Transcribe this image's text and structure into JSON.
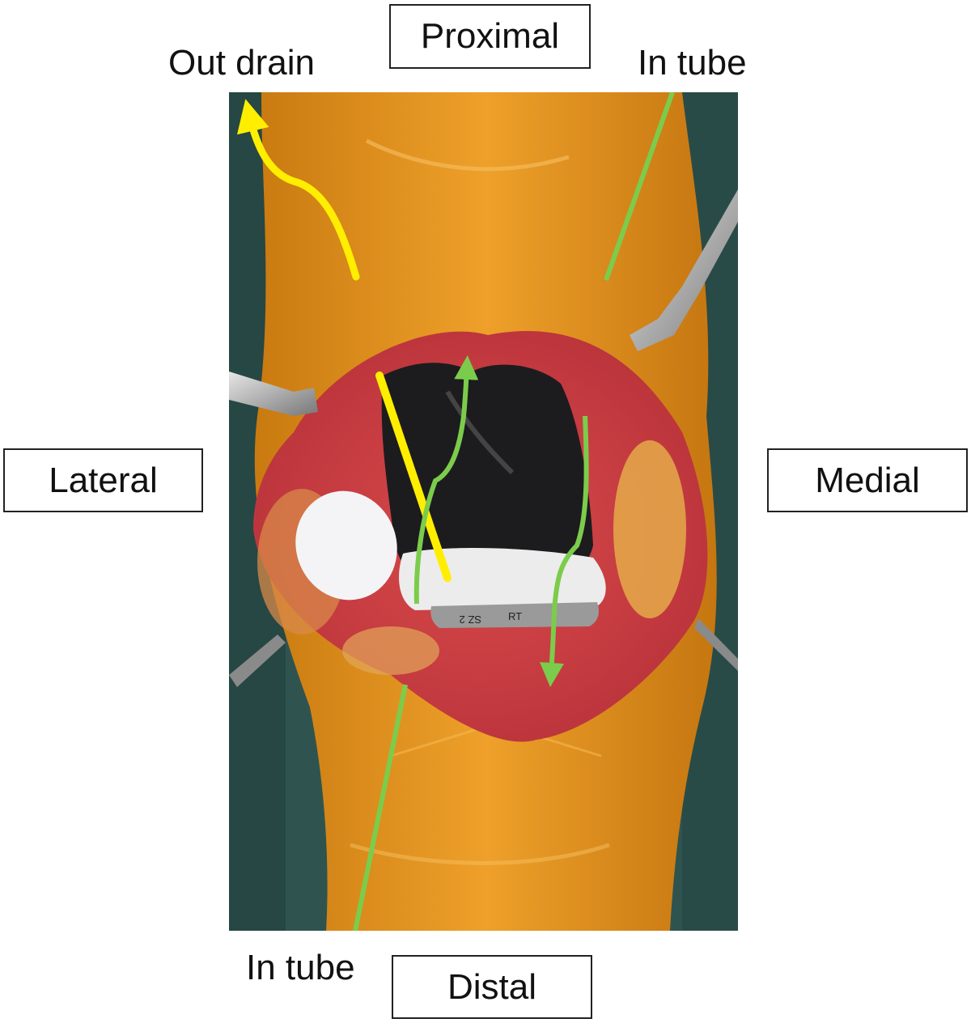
{
  "labels": {
    "proximal": "Proximal",
    "distal": "Distal",
    "lateral": "Lateral",
    "medial": "Medial",
    "out_drain": "Out drain",
    "in_tube_top": "In tube",
    "in_tube_bottom": "In tube"
  },
  "implant_text": {
    "size": "SZ 2",
    "side": "RT"
  },
  "colors": {
    "out_drain_line": "#ffee00",
    "in_tube_line": "#7ccc4c",
    "skin_drape": "#e89a1e",
    "background_drape": "#2f5450"
  }
}
